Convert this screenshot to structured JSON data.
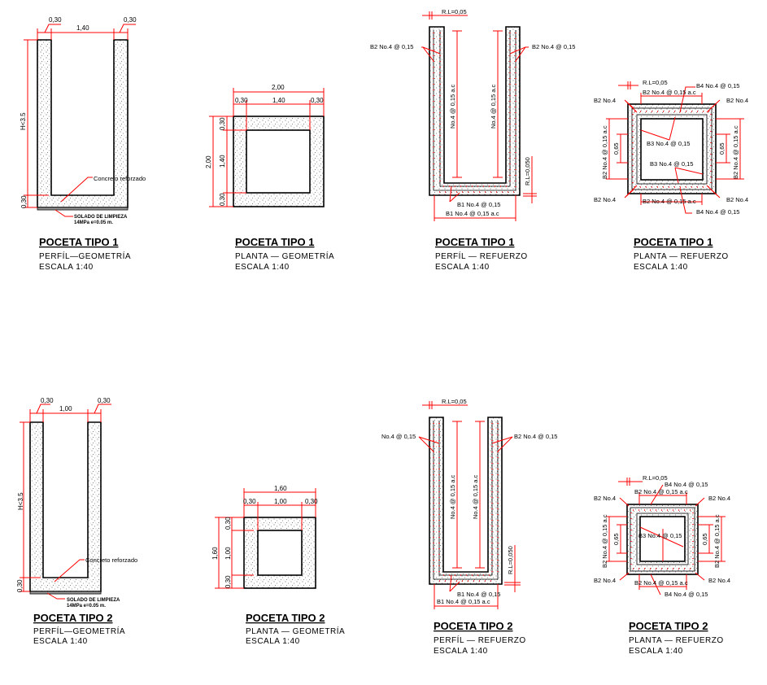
{
  "row1": {
    "profile_geom": {
      "title": "POCETA TIPO 1",
      "subtitle": "PERFÍL—GEOMETRÍA",
      "scale": "ESCALA 1:40",
      "dim_wall_l": "0,30",
      "dim_wall_r": "0,30",
      "dim_inner": "1,40",
      "dim_height": "H<3.5",
      "dim_base": "0,30",
      "note_concrete": "Concreto reforzado",
      "note_solado_1": "SOLADO DE LIMPIEZA",
      "note_solado_2": "14MPa e=0.05 m."
    },
    "plan_geom": {
      "title": "POCETA TIPO 1",
      "subtitle": "PLANTA — GEOMETRÍA",
      "scale": "ESCALA 1:40",
      "dim_total_h": "2,00",
      "dim_wall_l": "0,30",
      "dim_inner_h": "1,40",
      "dim_wall_r": "0,30",
      "dim_total_v": "2,00",
      "dim_wall_t": "0,30",
      "dim_inner_v": "1,40",
      "dim_wall_b": "0,30"
    },
    "profile_reinf": {
      "title": "POCETA TIPO 1",
      "subtitle": "PERFÍL — REFUERZO",
      "scale": "ESCALA 1:40",
      "rl_top": "R.L=0,05",
      "bar_left": "B2 No.4 @ 0,15",
      "bar_right": "B2 No.4 @ 0,15",
      "vert_left": "No.4 @ 0,15 a.c",
      "vert_right": "No.4 @ 0,15 a.c",
      "rl_side": "R.L=0,050",
      "bar_b1": "B1 No.4 @ 0,15",
      "bar_b1_ac": "B1 No.4 @ 0,15 a.c"
    },
    "plan_reinf": {
      "title": "POCETA TIPO 1",
      "subtitle": "PLANTA — REFUERZO",
      "scale": "ESCALA 1:40",
      "rl": "R.L=0,05",
      "b4_top": "B4 No.4 @ 0,15",
      "b2_top": "B2 No.4 @ 0,15 a.c",
      "b2_tl": "B2 No.4",
      "b2_tr": "B2 No.4",
      "b2_bl": "B2 No.4",
      "b2_br": "B2 No.4",
      "b2_left": "B2 No.4 @ 0,15 a.c",
      "b2_right": "B2 No.4 @ 0,15 a.c",
      "dim_l": "0,65",
      "dim_r": "0,65",
      "b3_a": "B3 No.4 @ 0,15",
      "b3_b": "B3 No.4 @ 0,15",
      "b2_bottom": "B2 No.4 @ 0,15 a.c",
      "b4_bottom": "B4 No.4 @ 0,15"
    }
  },
  "row2": {
    "profile_geom": {
      "title": "POCETA TIPO 2",
      "subtitle": "PERFÍL—GEOMETRÍA",
      "scale": "ESCALA 1:40",
      "dim_wall_l": "0,30",
      "dim_wall_r": "0,30",
      "dim_inner": "1,00",
      "dim_height": "H<3.5",
      "dim_base": "0,30",
      "note_concrete": "Concreto reforzado",
      "note_solado_1": "SOLADO DE LIMPIEZA",
      "note_solado_2": "14MPa e=0.05 m."
    },
    "plan_geom": {
      "title": "POCETA TIPO 2",
      "subtitle": "PLANTA — GEOMETRÍA",
      "scale": "ESCALA 1:40",
      "dim_total_h": "1,60",
      "dim_wall_l": "0,30",
      "dim_inner_h": "1,00",
      "dim_wall_r": "0,30",
      "dim_total_v": "1,60",
      "dim_wall_t": "0,30",
      "dim_inner_v": "1,00",
      "dim_wall_b": "0,30"
    },
    "profile_reinf": {
      "title": "POCETA TIPO 2",
      "subtitle": "PERFÍL — REFUERZO",
      "scale": "ESCALA 1:40",
      "rl_top": "R.L=0,05",
      "bar_left": "No.4 @ 0,15",
      "bar_right": "B2 No.4 @ 0,15",
      "vert_left": "No.4 @ 0,15 a.c",
      "vert_right": "No.4 @ 0,15 a.c",
      "rl_side": "R.L=0,050",
      "bar_b1": "B1 No.4 @ 0,15",
      "bar_b1_ac": "B1 No.4 @ 0,15 a.c"
    },
    "plan_reinf": {
      "title": "POCETA TIPO 2",
      "subtitle": "PLANTA — REFUERZO",
      "scale": "ESCALA 1:40",
      "rl": "R.L=0,05",
      "b4_top": "B4 No.4 @ 0,15",
      "b2_top": "B2 No.4 @ 0,15 a.c",
      "b2_tl": "B2 No.4",
      "b2_tr": "B2 No.4",
      "b2_bl": "B2 No.4",
      "b2_br": "B2 No.4",
      "b2_left": "B2 No.4 @ 0,15 a.c",
      "b2_right": "B2 No.4 @ 0,15 a.c",
      "dim_l": "0,65",
      "dim_r": "0,65",
      "b3_a": "B3 No.4 @ 0,15",
      "b2_bottom": "B2 No.4 @ 0,15 a.c",
      "b4_bottom": "B4 No.4 @ 0,15"
    }
  },
  "colors": {
    "dimension": "#ff0000",
    "outline": "#000000"
  }
}
